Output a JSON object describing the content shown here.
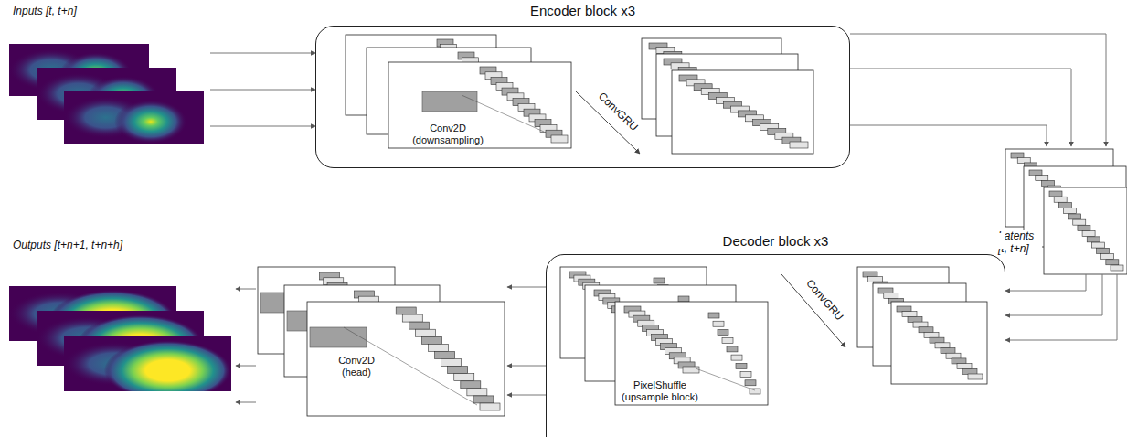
{
  "diagram": {
    "nodes": [
      {
        "text": [
          "Inputs [t, t+n]"
        ]
      },
      {
        "text": [
          "Encoder block x3"
        ]
      },
      {
        "text": [
          "Conv2D (downsampling)"
        ],
        "in": 1
      },
      {
        "text": [
          "Latents [t, t+n]"
        ]
      },
      {
        "text": [
          "Decoder block x3"
        ]
      },
      {
        "text": [
          "PixelShuffle (upsample block)"
        ],
        "in": 4
      },
      {
        "text": [
          "Conv2D (head)"
        ]
      },
      {
        "text": [
          "Outputs [t+n+1, t+n+h]"
        ]
      }
    ],
    "edges": [
      {
        "from": 0,
        "to": 1,
        "arrow": "to"
      },
      {
        "from": 0,
        "to": 1,
        "arrow": "to"
      },
      {
        "from": 0,
        "to": 1,
        "arrow": "to"
      },
      {
        "from": 1,
        "to": 3,
        "arrow": "to"
      },
      {
        "from": 1,
        "to": 3,
        "arrow": "to"
      },
      {
        "from": 1,
        "to": 3,
        "arrow": "to"
      },
      {
        "from": 3,
        "to": 4,
        "arrow": "to"
      },
      {
        "from": 3,
        "to": 4,
        "arrow": "to"
      },
      {
        "from": 3,
        "to": 4,
        "arrow": "to"
      },
      {
        "from": 4,
        "to": 6,
        "arrow": "to"
      },
      {
        "from": 4,
        "to": 6,
        "arrow": "to"
      },
      {
        "from": 4,
        "to": 6,
        "arrow": "to"
      },
      {
        "from": 6,
        "to": 7,
        "arrow": "to"
      },
      {
        "from": 6,
        "to": 7,
        "arrow": "to"
      },
      {
        "from": 6,
        "to": 7,
        "arrow": "to"
      }
    ],
    "labels": [
      "ConvGRU",
      "ConvGRU"
    ]
  }
}
